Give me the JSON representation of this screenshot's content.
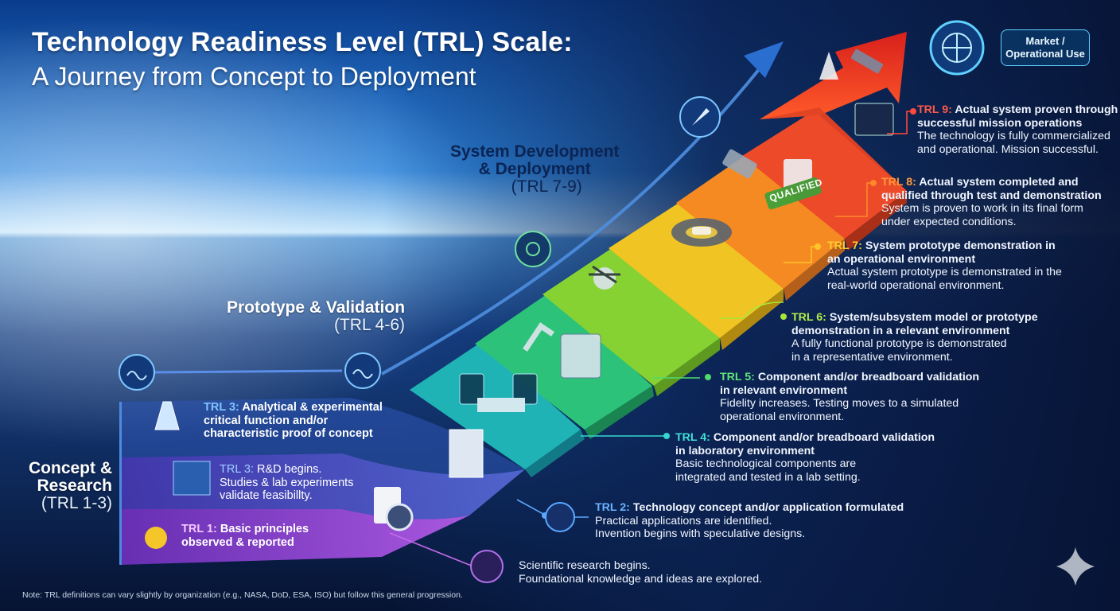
{
  "title": {
    "line1": "Technology Readiness Level (TRL) Scale:",
    "line2": "A Journey from Concept to Deployment"
  },
  "phases": [
    {
      "name": "Concept &",
      "name2": "Research",
      "range": "(TRL 1-3)"
    },
    {
      "name": "Prototype & Validation",
      "range": "(TRL 4-6)"
    },
    {
      "name": "System Development",
      "name2": "& Deployment",
      "range": "(TRL 7-9)"
    }
  ],
  "market_label": {
    "line1": "Market /",
    "line2": "Operational Use"
  },
  "left_items": [
    {
      "level": "TRL 3:",
      "text1": "Analytical & experimental",
      "text2": "critical function and/or",
      "text3": "characteristic proof of concept"
    },
    {
      "level": "TRL 3:",
      "text1": "R&D begins.",
      "text2": "Studies & lab experiments",
      "text3": "validate feasibillty."
    },
    {
      "level": "TRL 1:",
      "text1": "Basic principles",
      "text2": "observed & reported"
    }
  ],
  "trl_descriptions": [
    {
      "level": "TRL 9:",
      "title1": "Actual system proven through",
      "title2": "successful mission operations",
      "body1": "The technology is fully commercialized",
      "body2": "and operational. Mission successful.",
      "color": "#ff4a3a"
    },
    {
      "level": "TRL 8:",
      "title1": "Actual system completed and",
      "title2": "qualified through test and demonstration",
      "body1": "System is proven to work in its final form",
      "body2": "under expected conditions.",
      "color": "#ff8a2a"
    },
    {
      "level": "TRL 7:",
      "title1": "System prototype demonstration in",
      "title2": "an operational environment",
      "body1": "Actual system prototype is demonstrated in the",
      "body2": "real-world operational environment.",
      "color": "#ffc42a"
    },
    {
      "level": "TRL 6:",
      "title1": "System/subsystem model or prototype",
      "title2": "demonstration in a relevant environment",
      "body1": "A fully functional prototype is demonstrated",
      "body2": "in a representative environment.",
      "color": "#a6e83a"
    },
    {
      "level": "TRL 5:",
      "title1": "Component and/or breadboard validation",
      "title2": "in relevant environment",
      "body1": "Fidelity increases. Testing moves to a simulated",
      "body2": "operational environment.",
      "color": "#4fdc6a"
    },
    {
      "level": "TRL 4:",
      "title1": "Component and/or breadboard validation",
      "title2": "in laboratory environment",
      "body1": "Basic technological components are",
      "body2": "integrated and tested in a lab setting.",
      "color": "#35d7d0"
    },
    {
      "level": "TRL 2:",
      "title1": "Technology concept and/or application formulated",
      "body1": "Practical applications are identified.",
      "body2": "Invention begins with speculative designs.",
      "color": "#5aa8ff"
    }
  ],
  "trl1_callout": {
    "body1": "Scientific research begins.",
    "body2": "Foundational knowledge and ideas are explored."
  },
  "stamp": "QUALIFIED",
  "note": "Note: TRL definitions can vary slightly by organization (e.g., NASA, DoD, ESA, ISO) but follow this general progression.",
  "colors": {
    "trl9": "#e8322a",
    "trl8": "#f47a1c",
    "trl7": "#f6b81c",
    "trl6": "#9fd12a",
    "trl5": "#3cc45a",
    "trl4": "#1fbfb6",
    "trl3": "#3a6fd8",
    "trl2": "#5a4fd0",
    "trl1": "#8a3fc8"
  }
}
